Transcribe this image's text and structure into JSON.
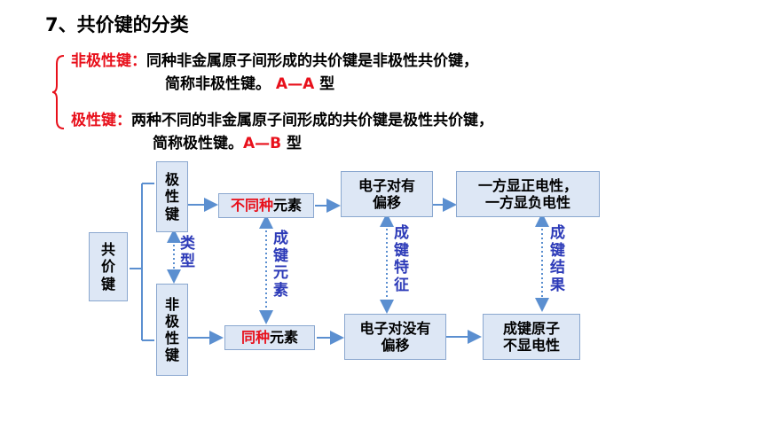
{
  "title": "7、共价键的分类",
  "nonpolar": {
    "label": "非极性键：",
    "line1": "同种非金属原子间形成的共价键是非极性共价键，",
    "line2_prefix": "简称非极性键。",
    "line2_type": " A—A ",
    "line2_suffix": "型"
  },
  "polar": {
    "label": "极性键：",
    "line1": "两种不同的非金属原子间形成的共价键是极性共价键，",
    "line2_prefix": "简称极性键。",
    "line2_type": "A—B ",
    "line2_suffix": "型"
  },
  "diagram": {
    "root": [
      "共",
      "价",
      "键"
    ],
    "polar_box": [
      "极",
      "性",
      "键"
    ],
    "nonpolar_box": [
      "非",
      "极",
      "性",
      "键"
    ],
    "diff_elem_red": "不同种",
    "diff_elem_rest": "元素",
    "same_elem_red": "同种",
    "same_elem_rest": "元素",
    "pair_shift": [
      "电子对有",
      "偏移"
    ],
    "pair_noshift": [
      "电子对没有",
      "偏移"
    ],
    "result_polar": [
      "一方显正电性，",
      "一方显负电性"
    ],
    "result_nonpolar": [
      "成键原子",
      "不显电性"
    ],
    "label_type": [
      "类",
      "型"
    ],
    "label_elem": [
      "成",
      "键",
      "元",
      "素"
    ],
    "label_feature": [
      "成",
      "键",
      "特",
      "征"
    ],
    "label_result": [
      "成",
      "键",
      "结",
      "果"
    ]
  },
  "colors": {
    "accent_red": "#e8101b",
    "label_blue": "#2c3ab8",
    "box_fill": "#dde7f5",
    "connector": "#5b8fd0"
  }
}
